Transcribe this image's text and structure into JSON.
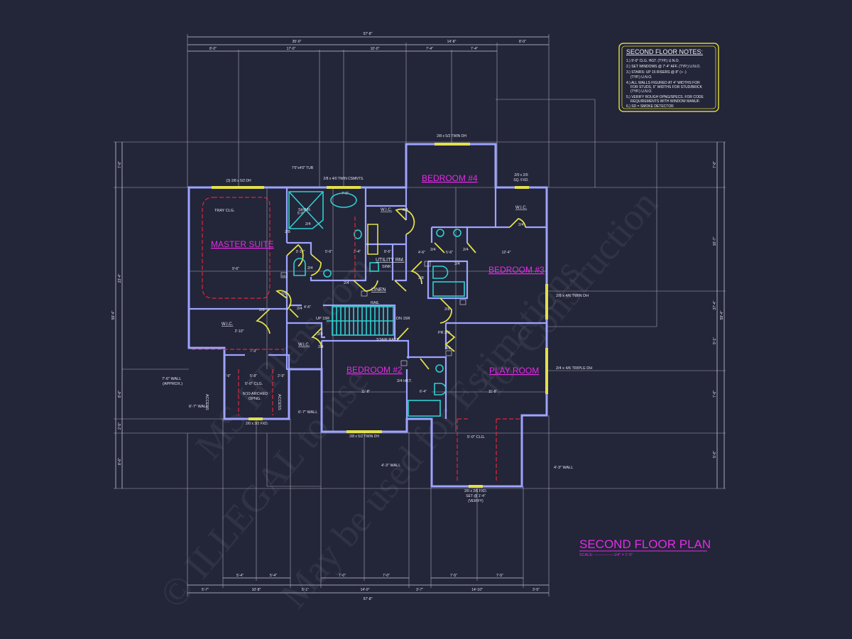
{
  "title": "SECOND FLOOR PLAN",
  "scale": "SCALE: ---------------1/4\" = 1'-0\"",
  "watermark": [
    "© ILLEGAL to use",
    "May be used for Estimations",
    "MS HPlans.com",
    "for Construction"
  ],
  "notes": {
    "heading": "SECOND FLOOR NOTES:",
    "items": [
      "1.) 9'-0\" CLG. HGT. (TYP.) U.N.O.",
      "2.) SET WINDOWS @ 7'-4\" AFF. (TYP.) U.N.O.",
      "3.) STAIRS: UP 15 RISERS @ 8\" (+ -)",
      "(TYP.) U.N.O.",
      "4.) ALL WALLS FIGURED AT 4\" WIDTHS FOR",
      "FOR STUDS, 5\" WIDTHS FOR STUD/BRICK",
      "(TYP.) U.N.O.",
      "5.) VERIFY ROUGH OPNG/SPECS. FOR CODE",
      "REQUIREMENTS WITH WINDOW MANUF.",
      "6.) SD = SMOKE DETECTOR"
    ]
  },
  "rooms": {
    "master": "MASTER SUITE",
    "bed4": "BEDROOM #4",
    "bed3": "BEDROOM #3",
    "bed2": "BEDROOM #2",
    "play": "PLAY ROOM",
    "utility": "UTILITY RM.",
    "linen": "LINEN",
    "wic1": "W.I.C.",
    "wic2": "W.I.C.",
    "wic3": "W.I.C.",
    "wic4": "W.I.C.",
    "shwr": "SHWR."
  },
  "annotations": {
    "master_win": "(3) 2/8 x 5/2 DH",
    "tub": "7'0\"x4'0\" TUB",
    "casements": "2/8 x 4/0 TWIN CSMNTS.",
    "bed4_win": "2/8 x 5/2 TWIN DH",
    "sq_fxd1": "2/0 x 2/0",
    "sq_fxd2": "SQ. FXD.",
    "tray": "TRAY CLG.",
    "bed3_win": "2/8 x 4/6 TWIN DH",
    "play_win": "2/4 x 4/6 TRIPLE DH",
    "sink": "SINK",
    "rail": "RAIL",
    "up": "UP 15R",
    "dn": "DN 15R",
    "stair_rake": "STAIR RAKE",
    "pr": "PR 2/0",
    "hkt": "2/4 HKT.",
    "clg1": "5'-0\" CLG.",
    "arched1": "6/10 ARCHED",
    "arched2": "OPNG.",
    "access1": "ACCESS",
    "access2": "ACCESS",
    "wall_approx1": "7'-6\" WALL",
    "wall_approx2": "(APPROX.)",
    "wall_67a": "6'-7\" WALL",
    "wall_67b": "6'-7\" WALL",
    "fxd_left": "2/0 x 3/2 FXD.",
    "bed2_win": "2/8 x 5/2 TWIN DH",
    "wall_43a": "4'-3\" WALL",
    "wall_43b": "4'-3\" WALL",
    "clg2": "5'-0\" CLG.",
    "fxd_bot1": "2/0 x 2/6 FXD.",
    "fxd_bot2": "SET @ 1'-4\"",
    "fxd_bot3": "(VERIFY)"
  },
  "doors": [
    "2/4",
    "2/8",
    "2/8",
    "2/4",
    "2/4",
    "2/4",
    "2/4",
    "2/8",
    "2/4",
    "2/8",
    "2/4",
    "2/8",
    "2/8",
    "2/4",
    "2/4",
    "2/8",
    "2/4"
  ],
  "dims_top": {
    "overall": "57'-8\"",
    "row2": [
      "35'-0\"",
      "14'-8\"",
      "8'-0\""
    ],
    "row3": [
      "8'-0\"",
      "17'-0\"",
      "10'-0\"",
      "7'-4\"",
      "7'-4\""
    ]
  },
  "dims_bottom": {
    "row1": [
      "5'-4\"",
      "5'-4\"",
      "7'-0\"",
      "7'-0\"",
      "7'-5\"",
      "7'-5\""
    ],
    "row2": [
      "5'-7\"",
      "10'-8\"",
      "5'-1\"",
      "14'-0\"",
      "3'-7\"",
      "14'-10\"",
      "3'-5\""
    ],
    "overall": "57'-8\""
  },
  "dims_left": [
    "7'-6\"",
    "23'-4\"",
    "59'-4\"",
    "8'-6\"",
    "2'-5\"",
    "8'-6\""
  ],
  "dims_right": [
    "7'-6\"",
    "16'-7\"",
    "37'-4\"",
    "59'-4\"",
    "9'-1\"",
    "7'-6\"",
    "5'-6\""
  ],
  "dims_inner": [
    "9'-6\"",
    "5'-6\"",
    "7'-0\"",
    "3'-10\"",
    "5'-6\"",
    "3'-4\"",
    "8'-6\"",
    "4'-6\"",
    "5'-6\"",
    "12'-4\"",
    "4'-6\"",
    "11'-8\"",
    "11'-8\"",
    "6'-4\"",
    "2'-10\"",
    "7'-3\"",
    "2'-9\"",
    "5'-8\"",
    "2'-9\""
  ],
  "sd": "SD"
}
